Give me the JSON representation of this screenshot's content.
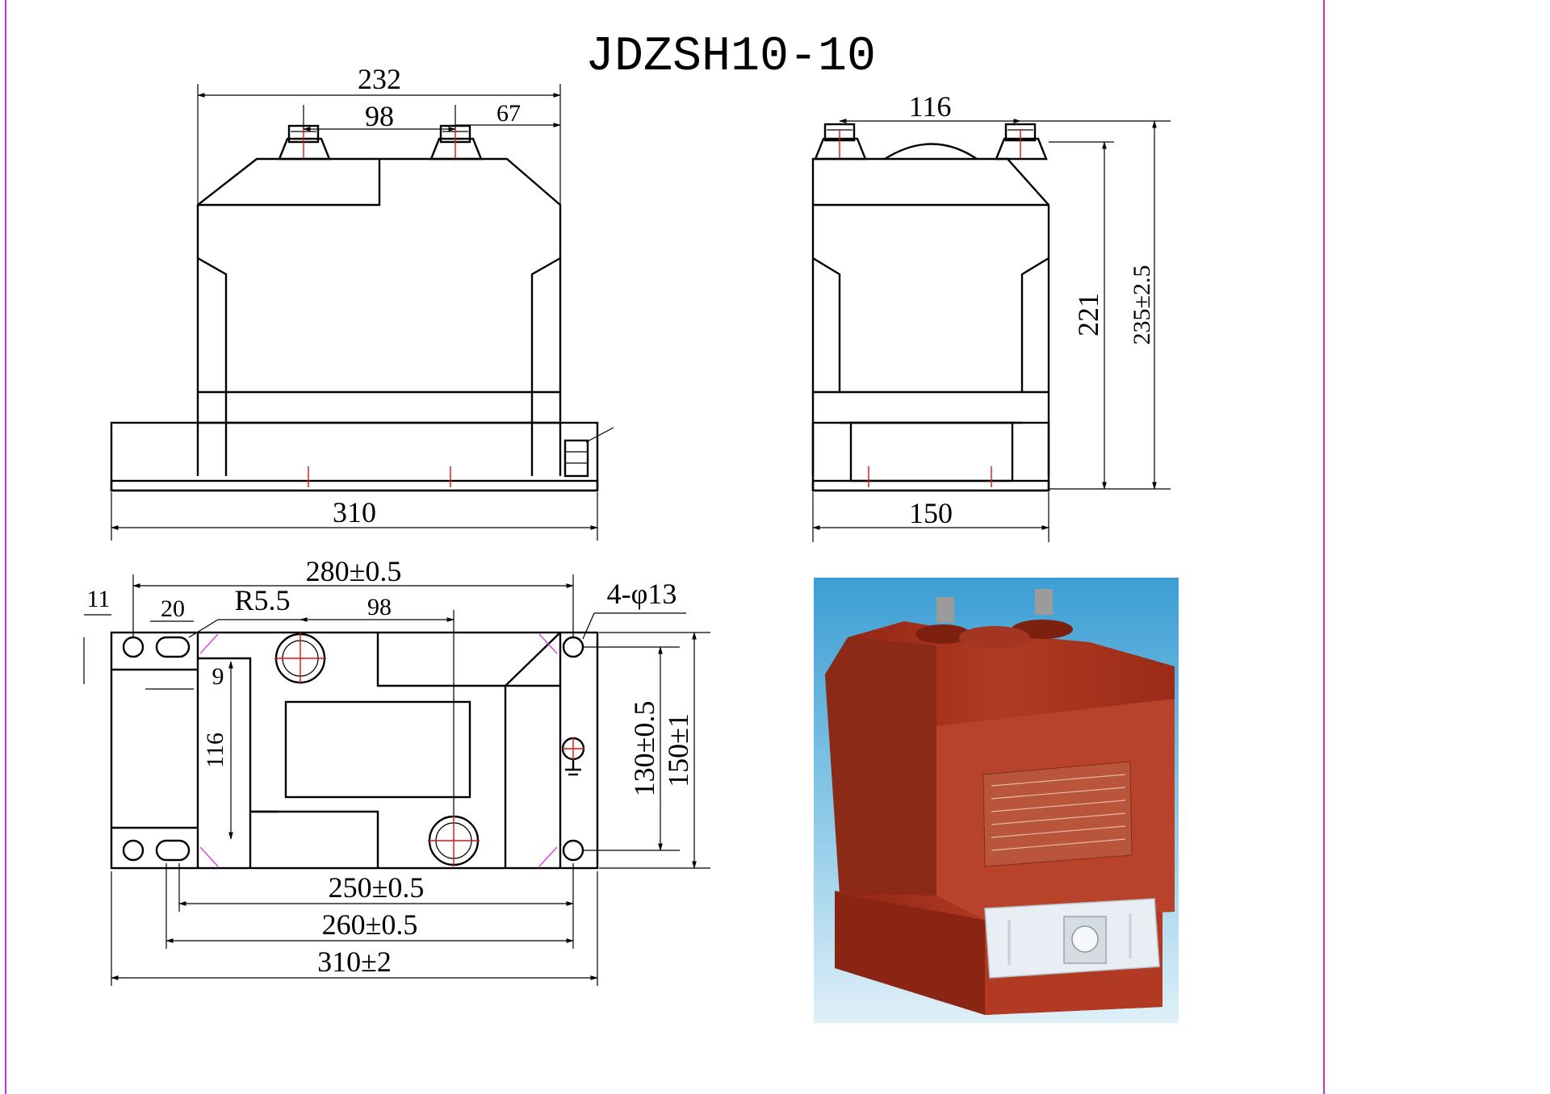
{
  "title": "JDZSH10-10",
  "colors": {
    "frame_line": "#cc33cc",
    "centerline": "#e01010",
    "slot_mark": "#e040e0",
    "ink": "#000000"
  },
  "front_view": {
    "dim_total_top": "232",
    "dim_terminal_spacing": "98",
    "dim_terminal_offset": "67",
    "dim_base_width": "310"
  },
  "side_view": {
    "dim_terminal_spacing": "116",
    "dim_body_height": "221",
    "dim_total_height": "235±2.5",
    "dim_base_width": "150"
  },
  "plan_view": {
    "dim_hole_spacing": "280±0.5",
    "dim_hole_count_dia": "4-φ13",
    "dim_edge": "11",
    "dim_slot_width": "20",
    "dim_radius": "R5.5",
    "dim_terminal_spacing": "98",
    "dim_slot_depth": "9",
    "dim_inner_height": "116",
    "dim_hole_span_y": "130±0.5",
    "dim_height": "150±1",
    "dim_bottom_1": "250±0.5",
    "dim_bottom_2": "260±0.5",
    "dim_bottom_3": "310±2"
  },
  "photo": {
    "body_color": "#a8321f",
    "background": "#4aa6d6"
  }
}
